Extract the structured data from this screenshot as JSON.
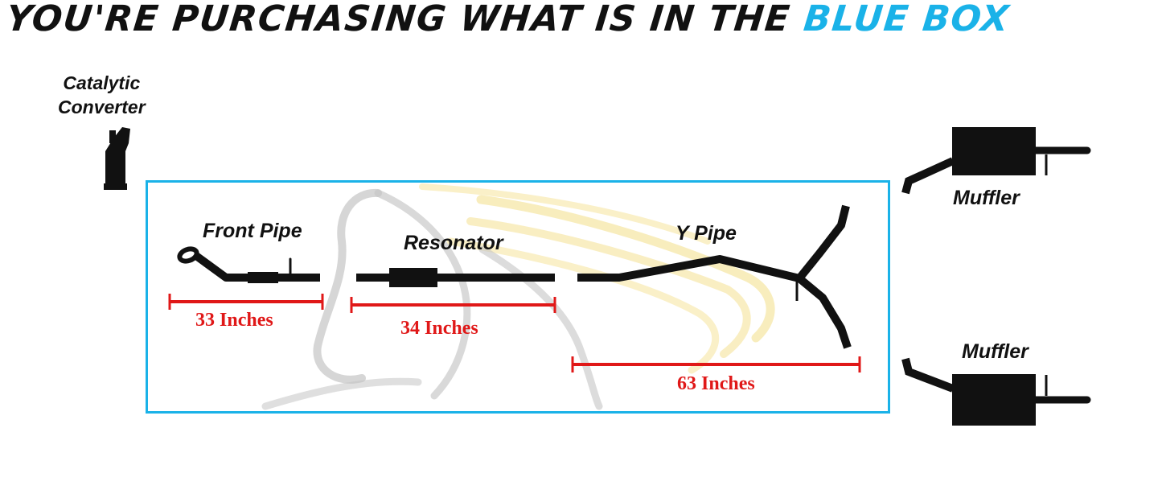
{
  "headline": {
    "text_black": "YOU'RE PURCHASING WHAT IS IN THE",
    "text_blue": "BLUE BOX"
  },
  "parts": {
    "catalytic_converter": {
      "line1": "Catalytic",
      "line2": "Converter"
    },
    "front_pipe": "Front Pipe",
    "resonator": "Resonator",
    "y_pipe": "Y Pipe",
    "muffler_top": "Muffler",
    "muffler_bottom": "Muffler"
  },
  "dimensions": {
    "front_pipe": "33 Inches",
    "resonator": "34 Inches",
    "y_pipe": "63 Inches"
  },
  "colors": {
    "accent": "#1ab2e8",
    "dimension": "#e01818",
    "pipe": "#111111",
    "watermark_gold": "#f3de86",
    "watermark_gray": "#c4c4c4"
  }
}
